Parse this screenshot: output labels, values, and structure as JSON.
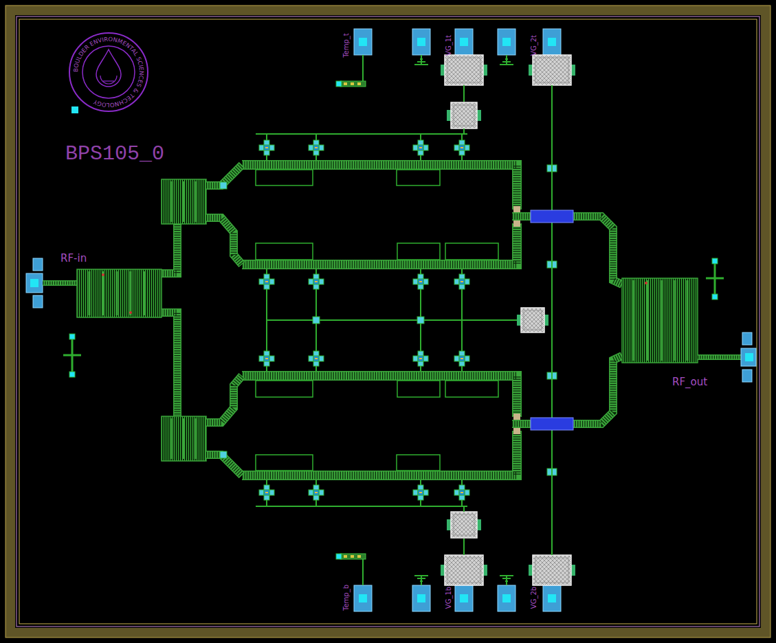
{
  "diagram": {
    "labels": [
      "BPS105_0",
      "RF-in",
      "RF_out",
      "Temp_t",
      "VG_1t",
      "VG_2t",
      "Temp_b",
      "VG_1b",
      "VG_2b",
      "BOULDER ENVIRONMENTAL SCIENCES & TECHNOLOGY"
    ]
  }
}
